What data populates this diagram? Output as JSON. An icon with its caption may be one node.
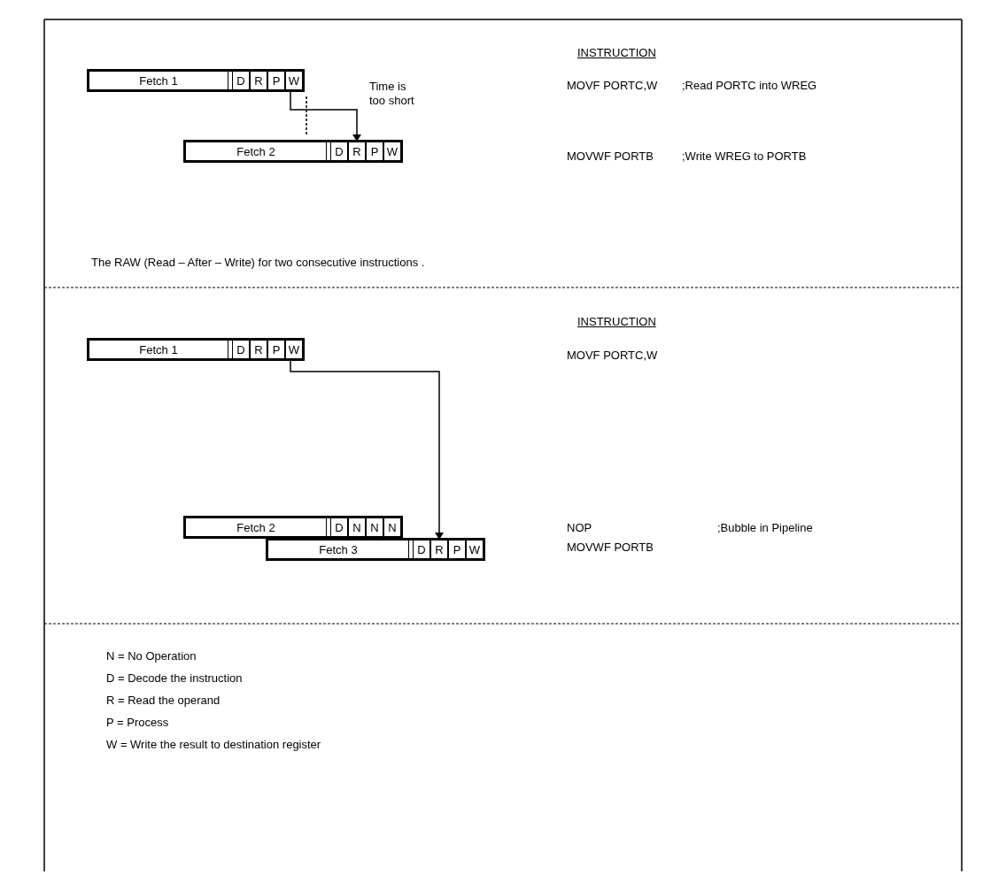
{
  "diagram": {
    "nodes": [
      {
        "text": [
          "Fetch 1"
        ]
      },
      {
        "text": [
          "D"
        ]
      },
      {
        "text": [
          "R"
        ]
      },
      {
        "text": [
          "P"
        ]
      },
      {
        "text": [
          "W"
        ]
      },
      {
        "text": [
          "Fetch 2"
        ]
      },
      {
        "text": [
          "D"
        ]
      },
      {
        "text": [
          "R"
        ]
      },
      {
        "text": [
          "P"
        ]
      },
      {
        "text": [
          "W"
        ]
      },
      {
        "text": [
          "Fetch 1"
        ]
      },
      {
        "text": [
          "D"
        ]
      },
      {
        "text": [
          "R"
        ]
      },
      {
        "text": [
          "P"
        ]
      },
      {
        "text": [
          "W"
        ]
      },
      {
        "text": [
          "Fetch 2"
        ]
      },
      {
        "text": [
          "D"
        ]
      },
      {
        "text": [
          "N"
        ]
      },
      {
        "text": [
          "N"
        ]
      },
      {
        "text": [
          "N"
        ]
      },
      {
        "text": [
          "Fetch 3"
        ]
      },
      {
        "text": [
          "D"
        ]
      },
      {
        "text": [
          "R"
        ]
      },
      {
        "text": [
          "P"
        ]
      },
      {
        "text": [
          "W"
        ]
      }
    ],
    "edges": [
      {
        "from": 4,
        "to": 7,
        "arrow": "to",
        "label": "Time is too short"
      },
      {
        "from": 14,
        "to": 22,
        "arrow": "to"
      }
    ],
    "labels": [
      "INSTRUCTION",
      "MOVF PORTC,W",
      ";Read PORTC into WREG",
      "MOVWF PORTB",
      ";Write WREG to PORTB",
      "The RAW (Read – After – Write) for two consecutive instructions .",
      "INSTRUCTION",
      "MOVF PORTC,W",
      "NOP",
      ";Bubble in Pipeline",
      "MOVWF PORTB",
      "N = No Operation",
      "D = Decode the instruction",
      "R = Read the operand",
      "P = Process",
      "W = Write the result to destination register"
    ]
  }
}
